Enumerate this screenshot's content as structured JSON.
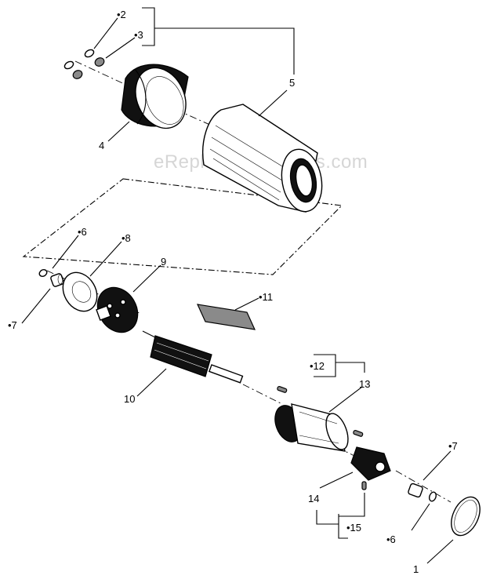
{
  "watermark": "eReplacementParts.com",
  "labels": {
    "l1": "1",
    "l2": "•2",
    "l3": "•3",
    "l4": "4",
    "l5": "5",
    "l6a": "•6",
    "l6b": "•6",
    "l7a": "•7",
    "l7b": "•7",
    "l8": "•8",
    "l9": "9",
    "l10": "10",
    "l11": "•11",
    "l12": "•12",
    "l13": "13",
    "l14": "14",
    "l15": "•15"
  }
}
